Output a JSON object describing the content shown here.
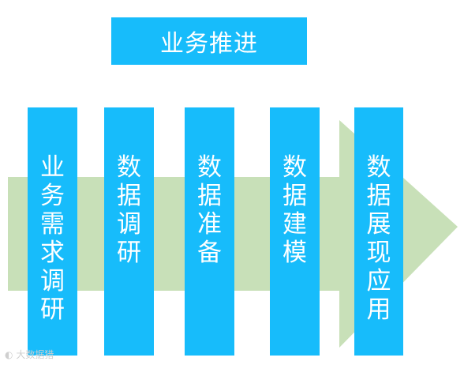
{
  "title": "业务推进",
  "stages": [
    {
      "chars": [
        "业",
        "务",
        "需",
        "求",
        "调",
        "研"
      ]
    },
    {
      "chars": [
        "数",
        "据",
        "调",
        "研"
      ]
    },
    {
      "chars": [
        "数",
        "据",
        "准",
        "备"
      ]
    },
    {
      "chars": [
        "数",
        "据",
        "建",
        "模"
      ]
    },
    {
      "chars": [
        "数",
        "据",
        "展",
        "现",
        "应",
        "用"
      ]
    }
  ],
  "watermark": "大数据猎",
  "colors": {
    "box": "#17bcfb",
    "arrow": "#c8e0b8",
    "text": "#ffffff"
  }
}
